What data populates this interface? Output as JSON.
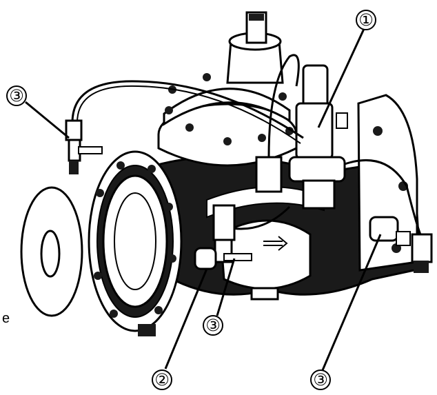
{
  "callouts": [
    {
      "id": "1",
      "label": "①"
    },
    {
      "id": "2",
      "label": "②"
    },
    {
      "id": "3a",
      "label": "③"
    },
    {
      "id": "3b",
      "label": "③"
    },
    {
      "id": "3c",
      "label": "③"
    }
  ],
  "edge_text": "e",
  "colors": {
    "ink": "#000000",
    "paper": "#ffffff",
    "shade": "#1a1a1a"
  },
  "flow_arrow_icon": "double-arrow-right-icon"
}
